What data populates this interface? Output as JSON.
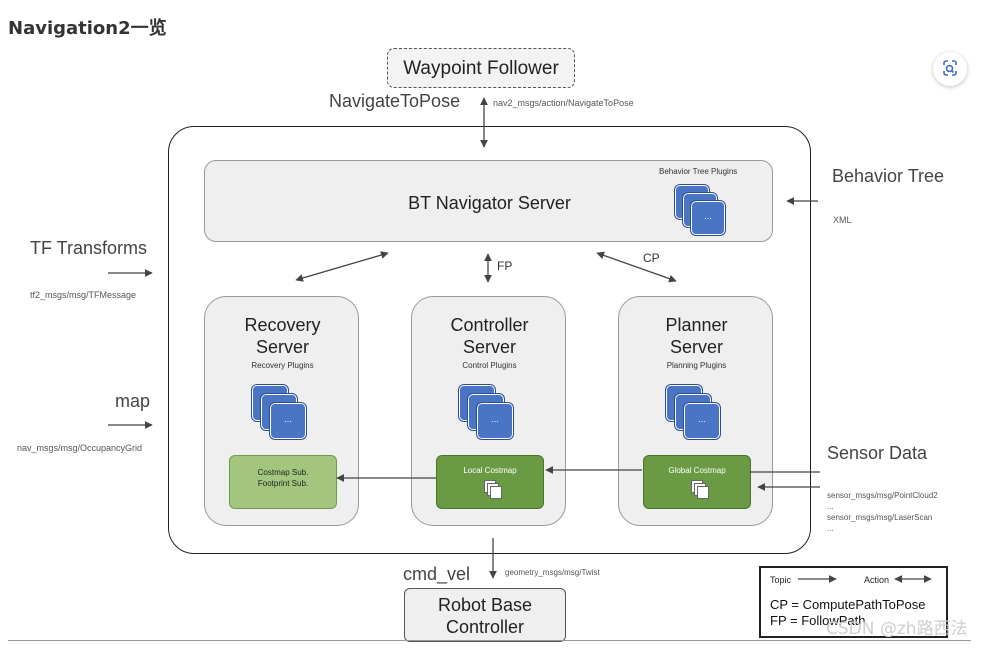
{
  "page_title": "Navigation2一览",
  "waypoint_follower": "Waypoint Follower",
  "navigate_to_pose": "NavigateToPose",
  "navigate_action": "nav2_msgs/action/NavigateToPose",
  "bt_navigator": {
    "title": "BT Navigator Server",
    "plugins_label": "Behavior Tree Plugins",
    "ellipsis": "..."
  },
  "behavior_tree": {
    "label": "Behavior Tree",
    "sub": "XML"
  },
  "tf": {
    "label": "TF Transforms",
    "sub": "tf2_msgs/msg/TFMessage"
  },
  "map": {
    "label": "map",
    "sub": "nav_msgs/msg/OccupancyGrid"
  },
  "fp_label": "FP",
  "cp_label": "CP",
  "recovery": {
    "title_line1": "Recovery",
    "title_line2": "Server",
    "plugins": "Recovery Plugins",
    "ellipsis": "...",
    "costmap_line1": "Costmap Sub.",
    "costmap_line2": "Footprint Sub."
  },
  "controller": {
    "title_line1": "Controller",
    "title_line2": "Server",
    "plugins": "Control Plugins",
    "ellipsis": "...",
    "costmap": "Local Costmap"
  },
  "planner": {
    "title_line1": "Planner",
    "title_line2": "Server",
    "plugins": "Planning Plugins",
    "ellipsis": "...",
    "costmap": "Global Costmap"
  },
  "sensor": {
    "label": "Sensor Data",
    "line1": "sensor_msgs/msg/PointCloud2",
    "line2": "...",
    "line3": "sensor_msgs/msg/LaserScan",
    "line4": "..."
  },
  "cmd_vel": {
    "label": "cmd_vel",
    "sub": "geometry_msgs/msg/Twist"
  },
  "robot_base": {
    "line1": "Robot Base",
    "line2": "Controller"
  },
  "legend": {
    "topic": "Topic",
    "action": "Action",
    "cp_def": "CP = ComputePathToPose",
    "fp_def": "FP = FollowPath"
  },
  "watermark": "CSDN @zh路西法",
  "colors": {
    "plugin_blue": "#4a74c4",
    "costmap_light_green": "#a3c67e",
    "costmap_dark_green": "#6a9a43",
    "server_fill": "#efefef"
  }
}
